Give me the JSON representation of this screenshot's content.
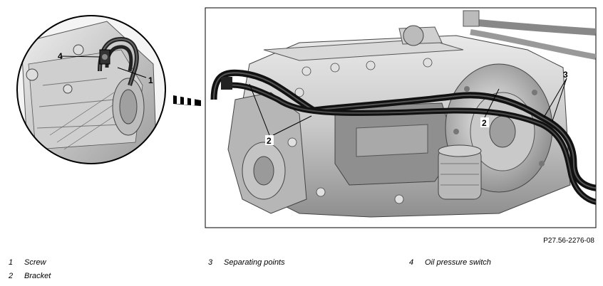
{
  "figure": {
    "reference": "P27.56-2276-08",
    "inset_callouts": {
      "c4": "4",
      "c1": "1"
    },
    "main_callouts": {
      "c2a": "2",
      "c2b": "2",
      "c3": "3"
    }
  },
  "legend": [
    {
      "num": "1",
      "text": "Screw"
    },
    {
      "num": "2",
      "text": "Bracket"
    },
    {
      "num": "3",
      "text": "Separating points"
    },
    {
      "num": "4",
      "text": "Oil pressure switch"
    }
  ]
}
